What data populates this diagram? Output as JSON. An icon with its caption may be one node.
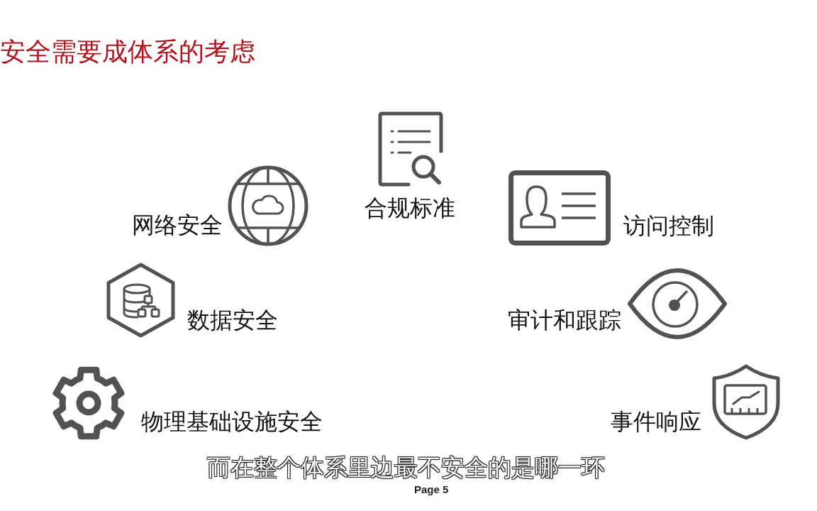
{
  "diagram": {
    "title": "安全需要成体系的考虑",
    "labels": [
      "合规标准",
      "网络安全",
      "访问控制",
      "数据安全",
      "审计和跟踪",
      "物理基础设施安全",
      "事件响应",
      "而在整个体系里边最不安全的是哪一环",
      "Page 5"
    ]
  }
}
